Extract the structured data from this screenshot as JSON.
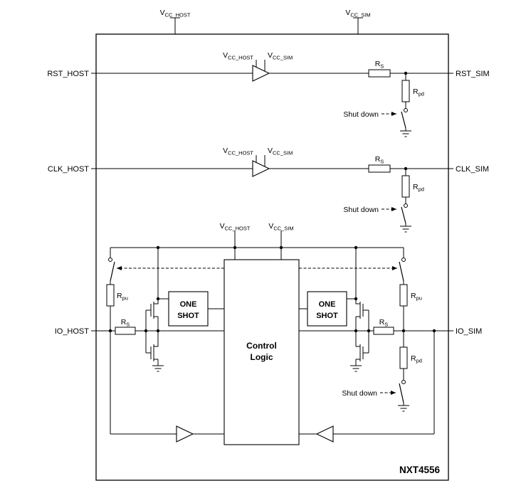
{
  "diagram": {
    "part_number": "NXT4556",
    "supply": {
      "v": "V",
      "cc_host": "CC_HOST",
      "cc_sim": "CC_SIM"
    },
    "pins": {
      "rst_host": "RST_HOST",
      "rst_sim": "RST_SIM",
      "clk_host": "CLK_HOST",
      "clk_sim": "CLK_SIM",
      "io_host": "IO_HOST",
      "io_sim": "IO_SIM"
    },
    "resistors": {
      "r": "R",
      "s_sub": "S",
      "pd_sub": "pd",
      "pu_sub": "pu"
    },
    "blocks": {
      "one": "ONE",
      "shot": "SHOT",
      "control": "Control",
      "logic": "Logic"
    },
    "notes": {
      "shut_down": "Shut down"
    },
    "colors": {
      "line": "#000000",
      "background": "#ffffff",
      "text": "#000000"
    }
  }
}
